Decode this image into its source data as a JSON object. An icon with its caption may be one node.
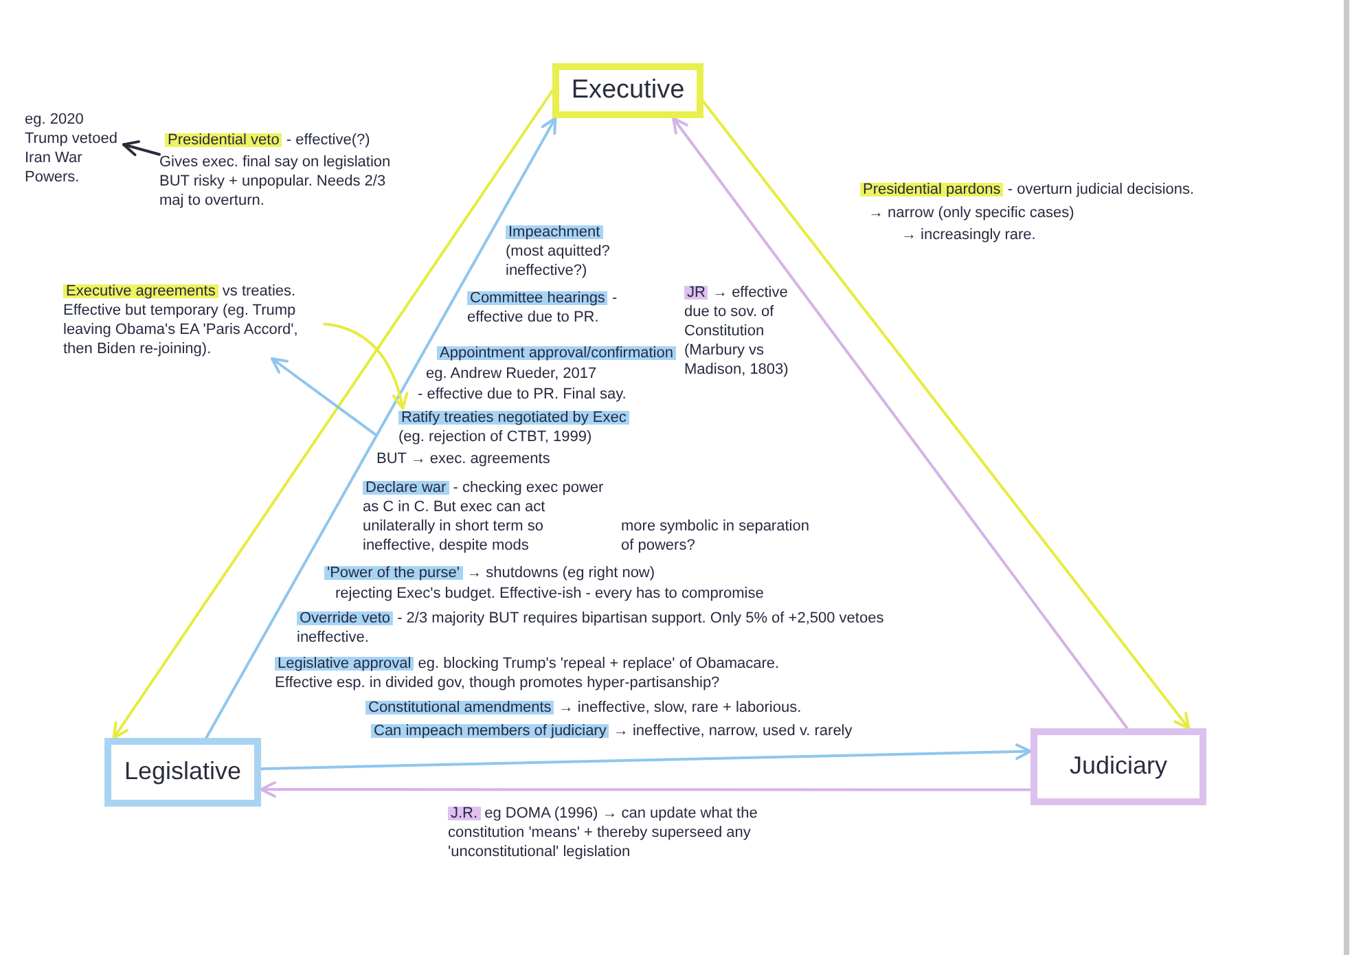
{
  "diagram": {
    "nodes": [
      {
        "text": [
          "Executive"
        ]
      },
      {
        "text": [
          "eg. 2020 Trump vetoed Iran War Powers."
        ]
      },
      {
        "text": [
          "Presidential veto - effective(?)",
          "Gives exec. final say on legislation BUT risky + unpopular. Needs 2/3 maj to overturn."
        ]
      },
      {
        "text": [
          "Presidential pardons - overturn judicial decisions.",
          "→ narrow (only specific cases)",
          "→ increasingly rare."
        ]
      },
      {
        "text": [
          "Impeachment (most aquitted? ineffective?)"
        ]
      },
      {
        "text": [
          "Executive agreements vs treaties. Effective but temporary (eg. Trump leaving Obama's EA 'Paris Accord', then Biden re-joining)."
        ]
      },
      {
        "text": [
          "JR → effective due to sov. of Constitution (Marbury vs Madison, 1803)"
        ]
      },
      {
        "text": [
          "Committee hearings - effective due to PR."
        ]
      },
      {
        "text": [
          "Appointment approval/confirmation",
          "eg. Andrew Rueder, 2017",
          "- effective due to PR. Final say."
        ]
      },
      {
        "text": [
          "Ratify treaties negotiated by Exec (eg. rejection of CTBT, 1999)",
          "BUT → exec. agreements"
        ]
      },
      {
        "text": [
          "Declare war - checking exec power as C in C. But exec can act unilaterally in short term so ineffective, despite mods"
        ]
      },
      {
        "text": [
          "'Power of the purse' → shutdowns (eg right now)",
          "rejecting Exec's budget. Effective-ish - every has to compromise"
        ]
      },
      {
        "text": [
          "Override veto - 2/3 majority BUT requires bipartisan support. Only 5% of +2,500 vetoes ineffective."
        ]
      },
      {
        "text": [
          "Legislative approval eg. blocking Trump's 'repeal + replace' of Obamacare. Effective esp. in divided gov, though promotes hyper-partisanship?"
        ]
      },
      {
        "text": [
          "Constitutional amendments → ineffective, slow, rare + laborious."
        ]
      },
      {
        "text": [
          "Can impeach members of judiciary → ineffective, narrow, used v. rarely"
        ]
      },
      {
        "text": [
          "Legislative"
        ]
      },
      {
        "text": [
          "Judiciary"
        ]
      },
      {
        "text": [
          "J.R. eg DOMA (1996) → can update what the constitution 'means' + thereby superseed any 'unconstitutional' legislation"
        ]
      }
    ],
    "edges": [
      {
        "from": 0,
        "to": 16,
        "arrow": "to",
        "color": "#e6ec3e"
      },
      {
        "from": 0,
        "to": 17,
        "arrow": "to",
        "color": "#e6ec3e"
      },
      {
        "from": 16,
        "to": 0,
        "arrow": "to",
        "color": "#8fc6ee"
      },
      {
        "from": 17,
        "to": 0,
        "arrow": "to",
        "color": "#d5b3e8"
      },
      {
        "from": 16,
        "to": 17,
        "arrow": "to",
        "color": "#8fc6ee"
      },
      {
        "from": 17,
        "to": 16,
        "arrow": "to",
        "color": "#d5b3e8"
      },
      {
        "from": 2,
        "to": 1,
        "arrow": "to",
        "color": "#2b2b3b"
      },
      {
        "from": 5,
        "to": 9,
        "arrow": "to",
        "color": "#e6ec3e"
      },
      {
        "from": 9,
        "to": 5,
        "arrow": "to",
        "color": "#8fc6ee"
      }
    ],
    "labels": [
      "more symbolic in separation of powers?"
    ]
  }
}
